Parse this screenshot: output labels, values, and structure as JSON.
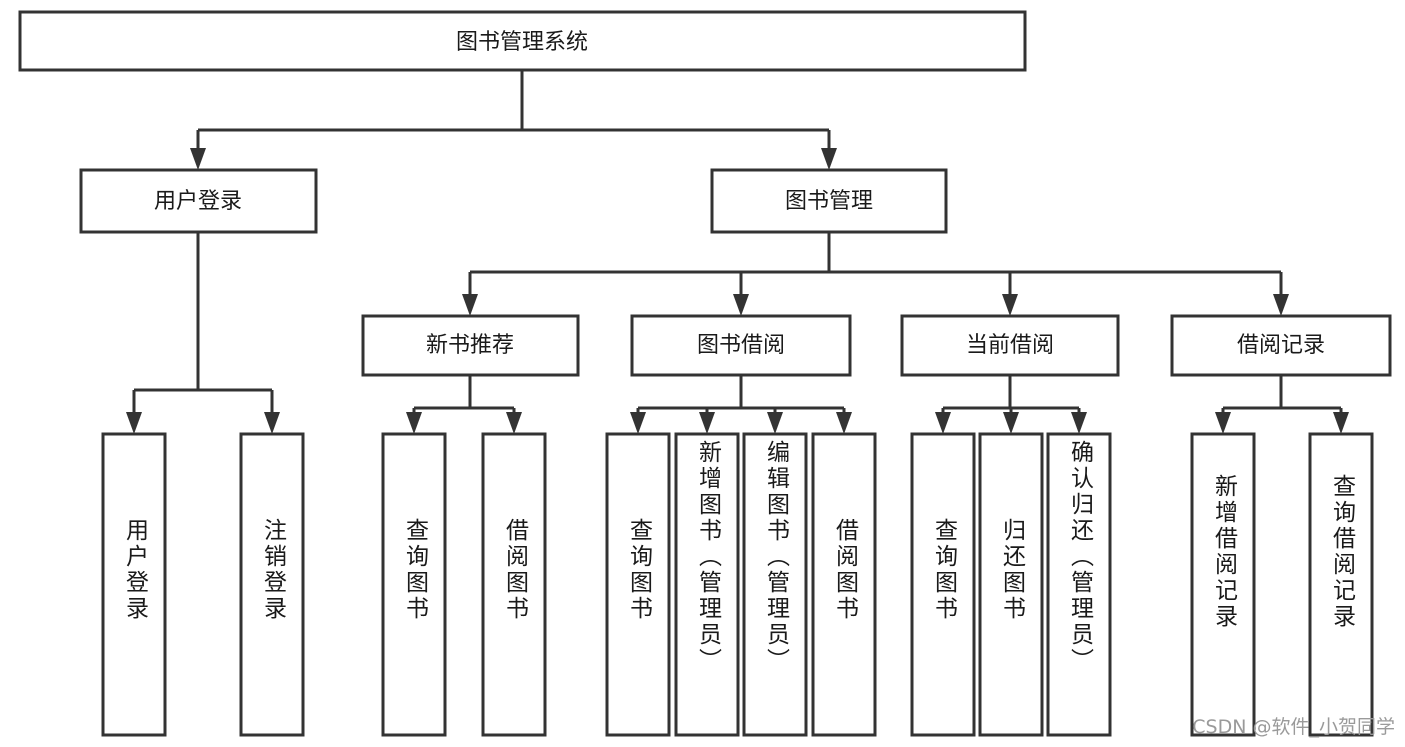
{
  "diagram": {
    "type": "tree-hierarchy-chart",
    "title": "图书管理系统",
    "colors": {
      "box_stroke": "#333333",
      "box_fill": "#ffffff",
      "connector": "#333333",
      "text": "#1a1a1a",
      "watermark": "#9a9a9a",
      "background": "#ffffff"
    },
    "root": {
      "id": "root",
      "label": "图书管理系统",
      "orientation": "horizontal"
    },
    "level2": [
      {
        "id": "user-login",
        "label": "用户登录",
        "orientation": "horizontal"
      },
      {
        "id": "book-management",
        "label": "图书管理",
        "orientation": "horizontal"
      }
    ],
    "level3": [
      {
        "id": "new-book-recommend",
        "label": "新书推荐",
        "orientation": "horizontal",
        "parent": "book-management"
      },
      {
        "id": "book-borrow",
        "label": "图书借阅",
        "orientation": "horizontal",
        "parent": "book-management"
      },
      {
        "id": "current-borrow",
        "label": "当前借阅",
        "orientation": "horizontal",
        "parent": "book-management"
      },
      {
        "id": "borrow-record",
        "label": "借阅记录",
        "orientation": "horizontal",
        "parent": "book-management"
      }
    ],
    "leaves": [
      {
        "id": "leaf-user-login",
        "label": "用户登录",
        "orientation": "vertical",
        "parent": "user-login"
      },
      {
        "id": "leaf-user-logout",
        "label": "注销登录",
        "orientation": "vertical",
        "parent": "user-login"
      },
      {
        "id": "leaf-query-book-1",
        "label": "查询图书",
        "orientation": "vertical",
        "parent": "new-book-recommend"
      },
      {
        "id": "leaf-borrow-book-1",
        "label": "借阅图书",
        "orientation": "vertical",
        "parent": "new-book-recommend"
      },
      {
        "id": "leaf-query-book-2",
        "label": "查询图书",
        "orientation": "vertical",
        "parent": "book-borrow"
      },
      {
        "id": "leaf-add-book",
        "label": "新增图书（管理员）",
        "orientation": "vertical",
        "parent": "book-borrow"
      },
      {
        "id": "leaf-edit-book",
        "label": "编辑图书（管理员）",
        "orientation": "vertical",
        "parent": "book-borrow"
      },
      {
        "id": "leaf-borrow-book-2",
        "label": "借阅图书",
        "orientation": "vertical",
        "parent": "book-borrow"
      },
      {
        "id": "leaf-query-book-3",
        "label": "查询图书",
        "orientation": "vertical",
        "parent": "current-borrow"
      },
      {
        "id": "leaf-return-book",
        "label": "归还图书",
        "orientation": "vertical",
        "parent": "current-borrow"
      },
      {
        "id": "leaf-confirm-return",
        "label": "确认归还（管理员）",
        "orientation": "vertical",
        "parent": "current-borrow"
      },
      {
        "id": "leaf-add-record",
        "label": "新增借阅记录",
        "orientation": "vertical",
        "parent": "borrow-record"
      },
      {
        "id": "leaf-query-record",
        "label": "查询借阅记录",
        "orientation": "vertical",
        "parent": "borrow-record"
      }
    ],
    "watermark": "CSDN @软件_小贺同学"
  }
}
